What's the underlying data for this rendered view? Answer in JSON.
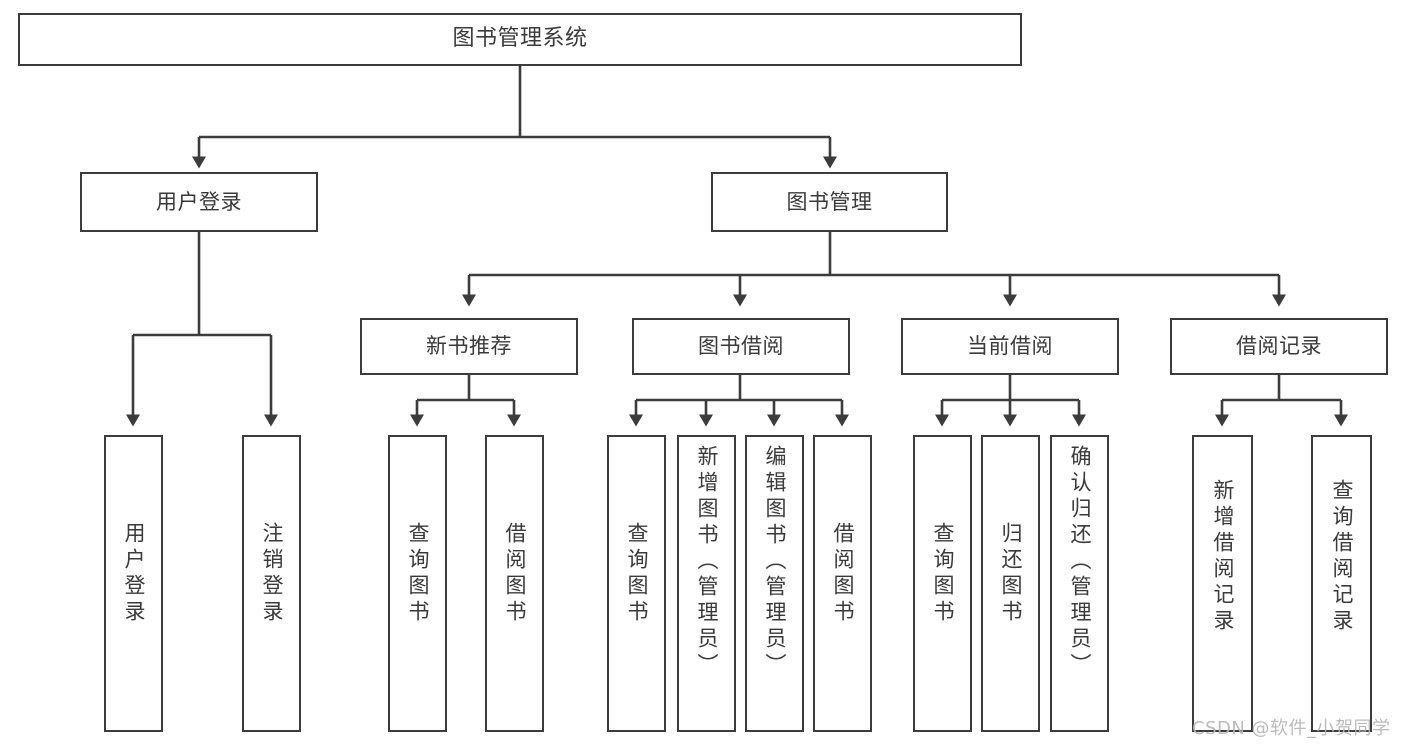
{
  "diagram": {
    "title": "图书管理系统",
    "type": "tree-hierarchy-chart",
    "root": {
      "label": "图书管理系统"
    },
    "level2": [
      {
        "label": "用户登录"
      },
      {
        "label": "图书管理"
      }
    ],
    "level3": [
      {
        "label": "新书推荐"
      },
      {
        "label": "图书借阅"
      },
      {
        "label": "当前借阅"
      },
      {
        "label": "借阅记录"
      }
    ],
    "leaves": {
      "user_login": [
        {
          "label": "用户登录"
        },
        {
          "label": "注销登录"
        }
      ],
      "new_book_recommend": [
        {
          "label": "查询图书"
        },
        {
          "label": "借阅图书"
        }
      ],
      "book_borrow": [
        {
          "label": "查询图书"
        },
        {
          "label": "新增图书（管理员）"
        },
        {
          "label": "编辑图书（管理员）"
        },
        {
          "label": "借阅图书"
        }
      ],
      "current_borrow": [
        {
          "label": "查询图书"
        },
        {
          "label": "归还图书"
        },
        {
          "label": "确认归还（管理员）"
        }
      ],
      "borrow_record": [
        {
          "label": "新增借阅记录"
        },
        {
          "label": "查询借阅记录"
        }
      ]
    }
  },
  "watermark": {
    "text": "CSDN @软件_小贺同学"
  },
  "colors": {
    "stroke": "#3c3c3c",
    "text": "#3a3a3a",
    "background": "#ffffff",
    "watermark": "#b6b6b6"
  }
}
